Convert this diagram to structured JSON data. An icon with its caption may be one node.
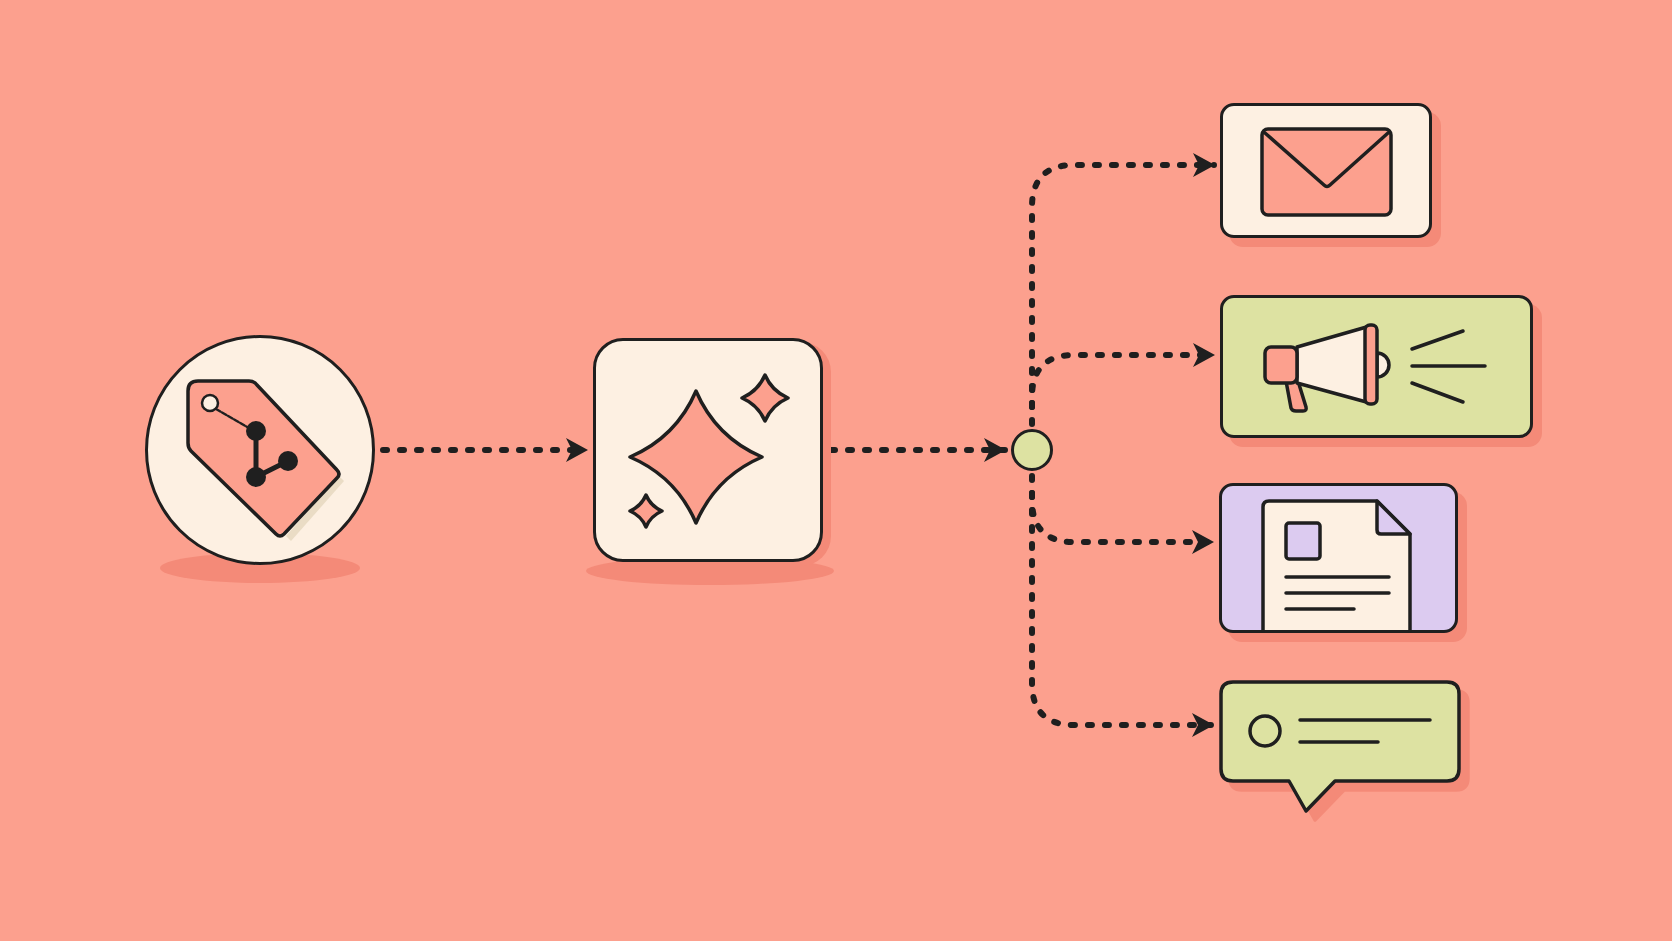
{
  "diagram": {
    "nodes": [
      {
        "text": [],
        "shape": "picture"
      },
      {
        "text": [],
        "shape": "picture"
      },
      {
        "text": [],
        "shape": "circle"
      },
      {
        "text": [],
        "shape": "picture"
      },
      {
        "text": [],
        "shape": "picture"
      },
      {
        "text": [],
        "shape": "picture"
      },
      {
        "text": [],
        "shape": "picture"
      }
    ],
    "edges": [
      {
        "from": 0,
        "to": 1,
        "arrow": "to",
        "style": "dashed"
      },
      {
        "from": 1,
        "to": 2,
        "arrow": "to",
        "style": "dashed"
      },
      {
        "from": 2,
        "to": 3,
        "arrow": "to",
        "style": "dashed"
      },
      {
        "from": 2,
        "to": 4,
        "arrow": "to",
        "style": "dashed"
      },
      {
        "from": 2,
        "to": 5,
        "arrow": "to",
        "style": "dashed"
      },
      {
        "from": 2,
        "to": 6,
        "arrow": "to",
        "style": "dashed"
      }
    ]
  }
}
